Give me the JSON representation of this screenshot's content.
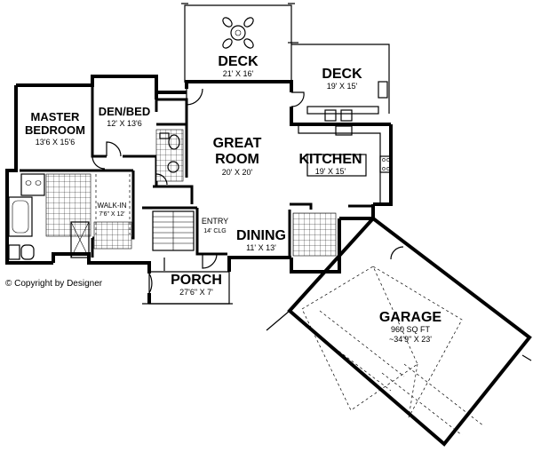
{
  "rooms": {
    "deck_left": {
      "name": "DECK",
      "size": "21' X 16'"
    },
    "deck_right": {
      "name": "DECK",
      "size": "19' X 15'"
    },
    "master": {
      "name_line1": "MASTER",
      "name_line2": "BEDROOM",
      "size": "13'6 X 15'6"
    },
    "den": {
      "name": "DEN/BED",
      "size": "12' X 13'6"
    },
    "great": {
      "name_line1": "GREAT",
      "name_line2": "ROOM",
      "size": "20' X 20'"
    },
    "kitchen": {
      "name": "KITCHEN",
      "size": "19' X 15'"
    },
    "walkin": {
      "name": "WALK-IN",
      "size": "7'6\" X 12'"
    },
    "entry": {
      "name": "ENTRY",
      "size": "14' CLG"
    },
    "dining": {
      "name": "DINING",
      "size": "11' X 13'"
    },
    "porch": {
      "name": "PORCH",
      "size": "27'6\" X 7'"
    },
    "garage": {
      "name": "GARAGE",
      "area": "960 SQ FT",
      "size": "~34'9\" X 23'"
    }
  },
  "copyright": "© Copyright by Designer"
}
